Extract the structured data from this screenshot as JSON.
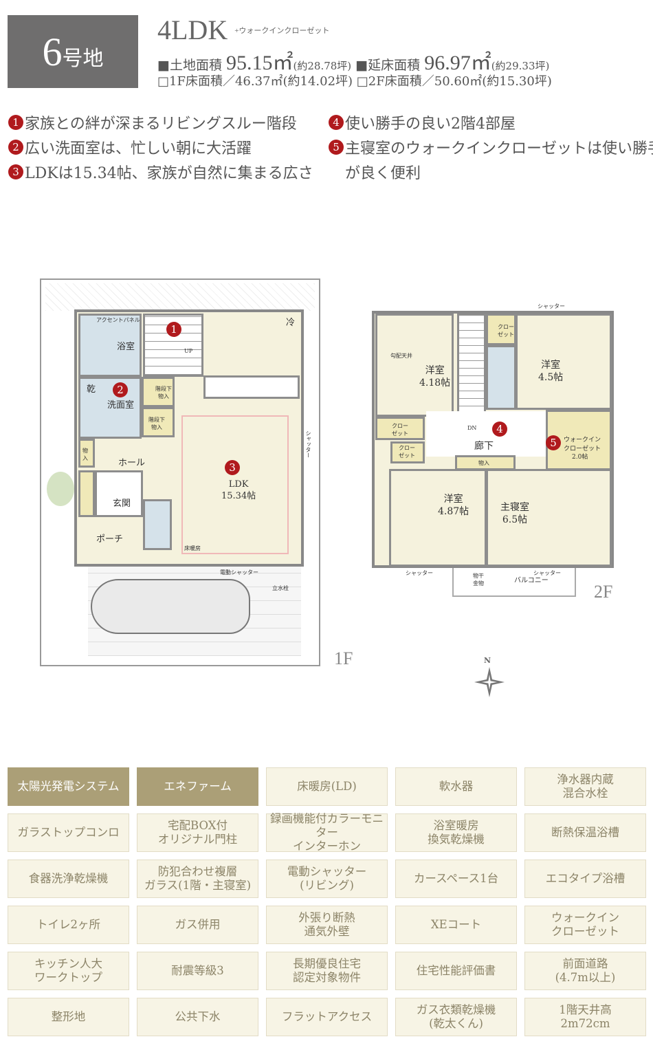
{
  "header": {
    "lot_number": "6",
    "lot_suffix": "号地",
    "layout_type": "4LDK",
    "layout_extra": "+ウォークインクローゼット",
    "land_area_label": "■土地面積",
    "land_area_value": "95.15㎡",
    "land_area_tsubo": "(約28.78坪)",
    "floor_area_label": "■延床面積",
    "floor_area_value": "96.97㎡",
    "floor_area_tsubo": "(約29.33坪)",
    "floor1_area": "□1F床面積／46.37㎡(約14.02坪)",
    "floor2_area": "□2F床面積／50.60㎡(約15.30坪)"
  },
  "features": [
    {
      "num": "1",
      "text": "家族との絆が深まるリビングスルー階段"
    },
    {
      "num": "2",
      "text": "広い洗面室は、忙しい朝に大活躍"
    },
    {
      "num": "3",
      "text": "LDKは15.34帖、家族が自然に集まる広さ"
    },
    {
      "num": "4",
      "text": "使い勝手の良い2階4部屋"
    },
    {
      "num": "5",
      "text": "主寝室のウォークインクローゼットは使い勝手",
      "text2": "が良く便利"
    }
  ],
  "floor1": {
    "label": "1F",
    "rooms": {
      "bath": "浴室",
      "wash": "洗面室",
      "dry": "乾",
      "hall": "ホール",
      "entrance": "玄関",
      "porch": "ポーチ",
      "ldk": "LDK",
      "ldk_size": "15.34帖",
      "fridge": "冷",
      "up": "UP",
      "storage1": "階段下\n物入",
      "storage2": "階段下\n物入",
      "storage3": "物\n入",
      "accent_panel": "アクセントパネル",
      "floor_heating": "床暖房",
      "shutter": "電動シャッター",
      "faucet": "立水栓",
      "shutter_side": "シャッター"
    }
  },
  "floor2": {
    "label": "2F",
    "rooms": {
      "room1": "洋室",
      "room1_size": "4.18帖",
      "room2": "洋室",
      "room2_size": "4.5帖",
      "room3": "洋室",
      "room3_size": "4.87帖",
      "master": "主寝室",
      "master_size": "6.5帖",
      "hall": "廊下",
      "wic": "ウォークイン\nクローゼット",
      "wic_size": "2.0帖",
      "closet": "クロー\nゼット",
      "storage": "物入",
      "dn": "DN",
      "sloped_ceiling": "勾配天井",
      "balcony": "バルコニー",
      "dryer_hardware": "物干\n金物",
      "shutter": "シャッター"
    }
  },
  "compass": "N",
  "equipment": [
    {
      "label": "太陽光発電システム",
      "active": true
    },
    {
      "label": "エネファーム",
      "active": true
    },
    {
      "label": "床暖房(LD)",
      "active": false
    },
    {
      "label": "軟水器",
      "active": false
    },
    {
      "label": "浄水器内蔵\n混合水栓",
      "active": false
    },
    {
      "label": "ガラストップコンロ",
      "active": false
    },
    {
      "label": "宅配BOX付\nオリジナル門柱",
      "active": false
    },
    {
      "label": "録画機能付カラーモニター\nインターホン",
      "active": false
    },
    {
      "label": "浴室暖房\n換気乾燥機",
      "active": false
    },
    {
      "label": "断熱保温浴槽",
      "active": false
    },
    {
      "label": "食器洗浄乾燥機",
      "active": false
    },
    {
      "label": "防犯合わせ複層\nガラス(1階・主寝室)",
      "active": false
    },
    {
      "label": "電動シャッター\n(リビング)",
      "active": false
    },
    {
      "label": "カースペース1台",
      "active": false
    },
    {
      "label": "エコタイプ浴槽",
      "active": false
    },
    {
      "label": "トイレ2ヶ所",
      "active": false
    },
    {
      "label": "ガス併用",
      "active": false
    },
    {
      "label": "外張り断熱\n通気外壁",
      "active": false
    },
    {
      "label": "XEコート",
      "active": false
    },
    {
      "label": "ウォークイン\nクローゼット",
      "active": false
    },
    {
      "label": "キッチン人大\nワークトップ",
      "active": false
    },
    {
      "label": "耐震等級3",
      "active": false
    },
    {
      "label": "長期優良住宅\n認定対象物件",
      "active": false
    },
    {
      "label": "住宅性能評価書",
      "active": false
    },
    {
      "label": "前面道路\n(4.7m以上)",
      "active": false
    },
    {
      "label": "整形地",
      "active": false
    },
    {
      "label": "公共下水",
      "active": false
    },
    {
      "label": "フラットアクセス",
      "active": false
    },
    {
      "label": "ガス衣類乾燥機\n(乾太くん)",
      "active": false
    },
    {
      "label": "1階天井高\n2m72cm",
      "active": false
    }
  ]
}
